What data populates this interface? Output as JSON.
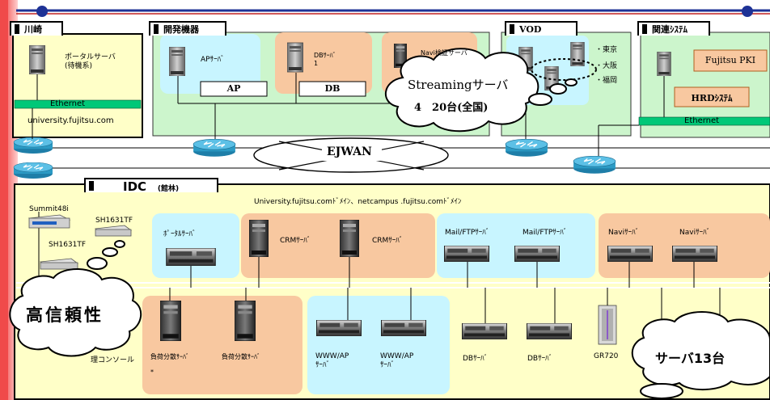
{
  "colors": {
    "leftbar": "#f04a4a",
    "light_green": "#ccf5cc",
    "light_yellow": "#ffffc8",
    "light_cyan": "#c8f5ff",
    "peach": "#f8c8a0",
    "ethernet": "#00c878",
    "router": "#2b9ac4",
    "topline": "#1e3296"
  },
  "kawasaki": {
    "tab": "川崎",
    "portal_label": "ポータルサーバ\n(待機系)",
    "ethernet": "Ethernet",
    "domain": "university.fujitsu.com"
  },
  "dev": {
    "tab": "開発機器",
    "ap_server": "APｻｰﾊﾞ",
    "db_server": "DBｻｰﾊﾞ\n1",
    "navi_server": "Navi検証サーバ",
    "ap_box": "AP",
    "db_box": "DB"
  },
  "vod": {
    "tab": "VOD",
    "cities": [
      "・東京",
      "・大阪",
      "・福岡"
    ]
  },
  "related": {
    "tab": "関連ｼｽﾃﾑ",
    "fujitsu_pki": "Fujitsu PKI",
    "hrd": "HRDｼｽﾃﾑ",
    "ethernet": "Ethernet"
  },
  "streaming_cloud": {
    "line1": "Streamingサーバ",
    "line2": "4　20台(全国)"
  },
  "wan": {
    "label": "EJWAN"
  },
  "idc": {
    "tab": "IDC",
    "tab_sub": "(館林)",
    "domain_text": "University.fujitsu.comﾄﾞﾒｲﾝ、netcampus .fujitsu.comﾄﾞﾒｲﾝ",
    "switch1": "Summit48i",
    "switch2": "SH1631TF",
    "switch3": "SH1631TF",
    "portal": "ﾎﾟｰﾀﾙｻｰﾊﾞ",
    "crm1": "CRMｻｰﾊﾞ",
    "crm2": "CRMｻｰﾊﾞ",
    "mail1": "Mail/FTPｻｰﾊﾞ",
    "mail2": "Mail/FTPｻｰﾊﾞ",
    "navi1": "Naviｻｰﾊﾞ",
    "navi2": "Naviｻｰﾊﾞ",
    "lb1": "負荷分散ｻｰﾊﾞ",
    "lb2": "負荷分散ｻｰﾊﾞ",
    "www1": "WWW/AP\nｻｰﾊﾞ",
    "www2": "WWW/AP\nｻｰﾊﾞ",
    "db1": "DBｻｰﾊﾞ",
    "db2": "DBｻｰﾊﾞ",
    "gr720": "GR720",
    "console": "理コンソール",
    "asterisk": "*"
  },
  "reliability_cloud": {
    "label": "高信頼性"
  },
  "servers_cloud": {
    "label": "サーバ13台"
  }
}
